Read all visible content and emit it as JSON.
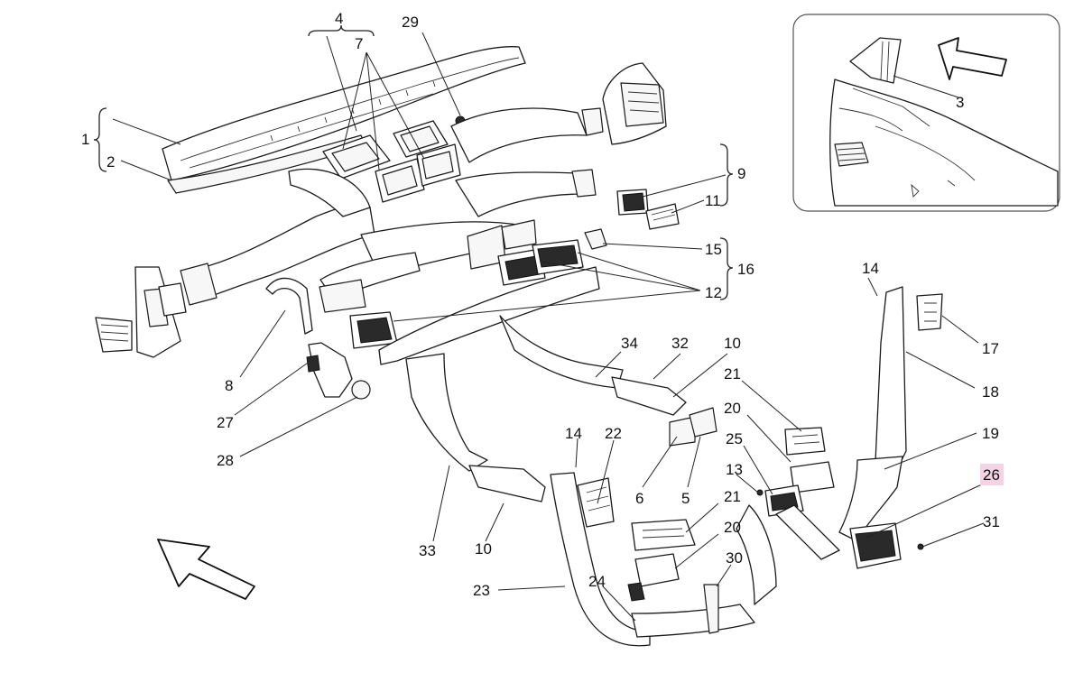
{
  "callouts": [
    {
      "text": "1"
    },
    {
      "text": "2"
    },
    {
      "text": "3"
    },
    {
      "text": "4"
    },
    {
      "text": "5"
    },
    {
      "text": "6"
    },
    {
      "text": "7"
    },
    {
      "text": "8"
    },
    {
      "text": "9"
    },
    {
      "text": "10"
    },
    {
      "text": "10"
    },
    {
      "text": "11"
    },
    {
      "text": "12"
    },
    {
      "text": "13"
    },
    {
      "text": "14"
    },
    {
      "text": "14"
    },
    {
      "text": "15"
    },
    {
      "text": "16"
    },
    {
      "text": "17"
    },
    {
      "text": "18"
    },
    {
      "text": "19"
    },
    {
      "text": "20"
    },
    {
      "text": "20"
    },
    {
      "text": "21"
    },
    {
      "text": "21"
    },
    {
      "text": "22"
    },
    {
      "text": "23"
    },
    {
      "text": "24"
    },
    {
      "text": "25"
    },
    {
      "text": "26",
      "highlighted": true
    },
    {
      "text": "27"
    },
    {
      "text": "28"
    },
    {
      "text": "29"
    },
    {
      "text": "30"
    },
    {
      "text": "31"
    },
    {
      "text": "32"
    },
    {
      "text": "33"
    },
    {
      "text": "34"
    }
  ],
  "colors": {
    "line": "#1a1a1a",
    "highlight": "#f3d3e4",
    "background": "#ffffff"
  },
  "icons": [
    "direction-arrow-icon",
    "inset-direction-arrow-icon"
  ]
}
